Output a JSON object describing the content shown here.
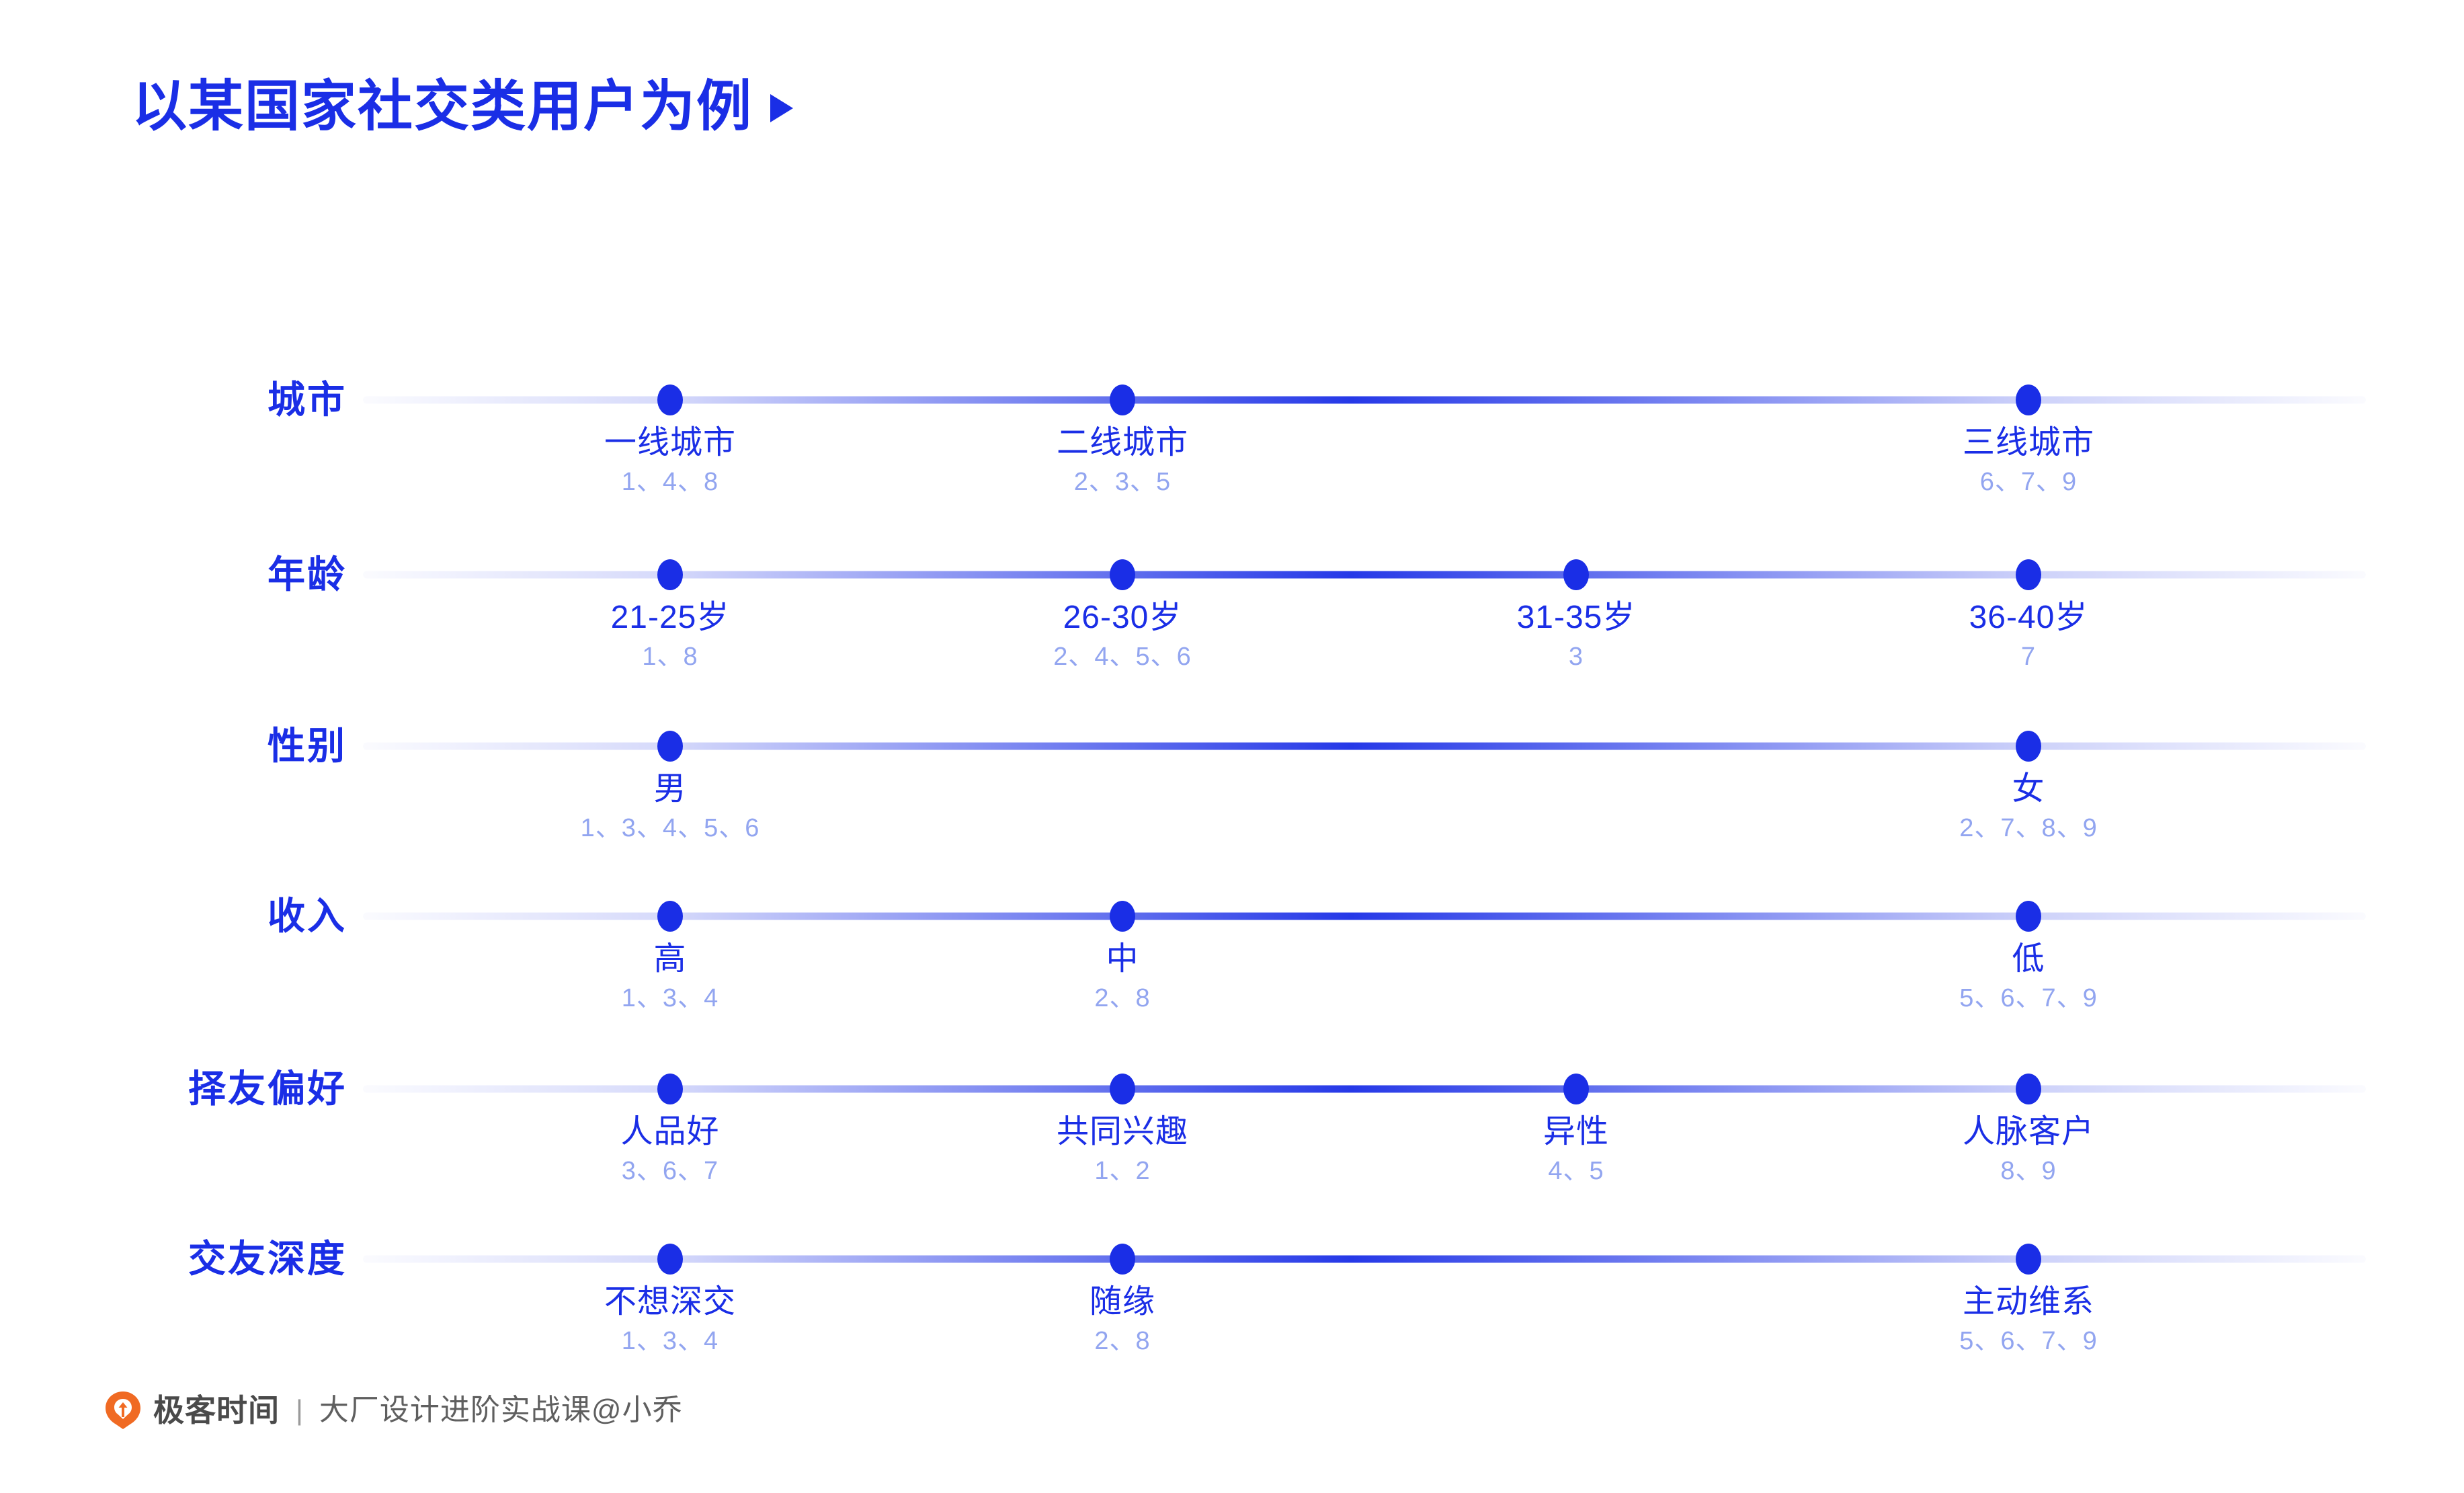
{
  "title": {
    "text": "以某国家社交类用户为例",
    "arrow_icon": "triangle-right-icon"
  },
  "colors": {
    "primary_blue": "#1a2ee6",
    "muted_blue": "#92a5f0",
    "logo_orange": "#f06a23",
    "footer_gray": "#4a4a4a"
  },
  "chart_data": {
    "type": "table",
    "title": "以某国家社交类用户为例",
    "grid": false,
    "legend": "none",
    "column_count": 4,
    "rows": [
      {
        "label": "城市",
        "points": [
          {
            "column": 0,
            "label": "一线城市",
            "ids": "1、4、8"
          },
          {
            "column": 1,
            "label": "二线城市",
            "ids": "2、3、5"
          },
          {
            "column": 3,
            "label": "三线城市",
            "ids": "6、7、9"
          }
        ]
      },
      {
        "label": "年龄",
        "points": [
          {
            "column": 0,
            "label": "21-25岁",
            "ids": "1、8"
          },
          {
            "column": 1,
            "label": "26-30岁",
            "ids": "2、4、5、6"
          },
          {
            "column": 2,
            "label": "31-35岁",
            "ids": "3"
          },
          {
            "column": 3,
            "label": "36-40岁",
            "ids": "7"
          }
        ]
      },
      {
        "label": "性别",
        "points": [
          {
            "column": 0,
            "label": "男",
            "ids": "1、3、4、5、6"
          },
          {
            "column": 3,
            "label": "女",
            "ids": "2、7、8、9"
          }
        ]
      },
      {
        "label": "收入",
        "points": [
          {
            "column": 0,
            "label": "高",
            "ids": "1、3、4"
          },
          {
            "column": 1,
            "label": "中",
            "ids": "2、8"
          },
          {
            "column": 3,
            "label": "低",
            "ids": "5、6、7、9"
          }
        ]
      },
      {
        "label": "择友偏好",
        "points": [
          {
            "column": 0,
            "label": "人品好",
            "ids": "3、6、7"
          },
          {
            "column": 1,
            "label": "共同兴趣",
            "ids": "1、2"
          },
          {
            "column": 2,
            "label": "异性",
            "ids": "4、5"
          },
          {
            "column": 3,
            "label": "人脉客户",
            "ids": "8、9"
          }
        ]
      },
      {
        "label": "交友深度",
        "points": [
          {
            "column": 0,
            "label": "不想深交",
            "ids": "1、3、4"
          },
          {
            "column": 1,
            "label": "随缘",
            "ids": "2、8"
          },
          {
            "column": 3,
            "label": "主动维系",
            "ids": "5、6、7、9"
          }
        ]
      }
    ]
  },
  "footer": {
    "logo_icon": "geekbang-logo-icon",
    "brand": "极客时间",
    "separator": "|",
    "course": "大厂设计进阶实战课@小乔"
  }
}
